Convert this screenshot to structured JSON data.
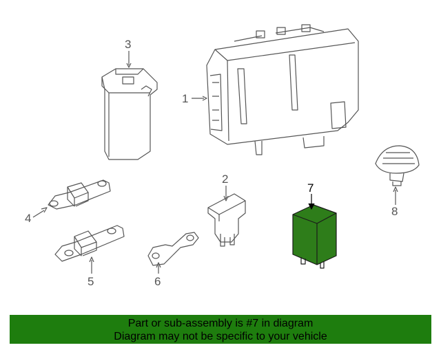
{
  "diagram": {
    "callouts": {
      "p1": "1",
      "p2": "2",
      "p3": "3",
      "p4": "4",
      "p5": "5",
      "p6": "6",
      "p7": "7",
      "p8": "8"
    },
    "highlighted_part": "7",
    "highlight_color": "#2e7d1a"
  },
  "banner": {
    "line1": "Part or sub-assembly is #7 in diagram",
    "line2": "Diagram may not be specific to your vehicle",
    "background": "#1e7d0e"
  }
}
